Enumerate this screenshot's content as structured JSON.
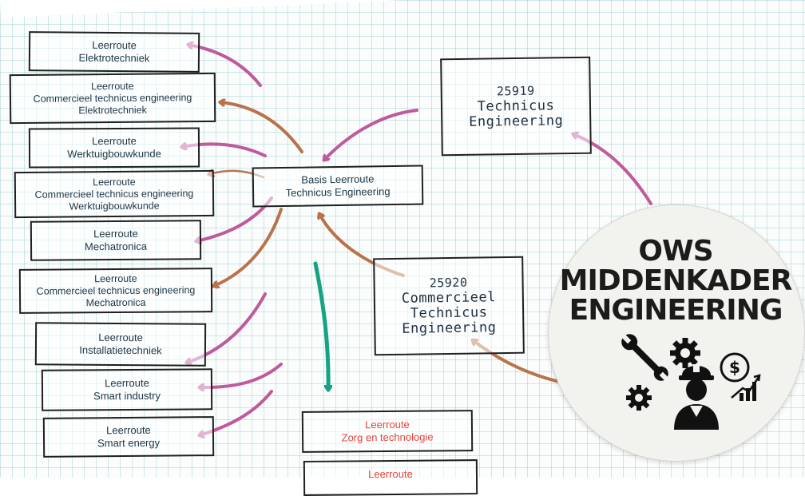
{
  "left_boxes": [
    {
      "line1": "Leerroute",
      "line2": "Elektrotechniek",
      "line3": ""
    },
    {
      "line1": "Leerroute",
      "line2": "Commercieel technicus engineering",
      "line3": "Elektrotechniek"
    },
    {
      "line1": "Leerroute",
      "line2": "Werktuigbouwkunde",
      "line3": ""
    },
    {
      "line1": "Leerroute",
      "line2": "Commercieel technicus engineering",
      "line3": "Werktuigbouwkunde"
    },
    {
      "line1": "Leerroute",
      "line2": "Mechatronica",
      "line3": ""
    },
    {
      "line1": "Leerroute",
      "line2": "Commercieel technicus engineering",
      "line3": "Mechatronica"
    },
    {
      "line1": "Leerroute",
      "line2": "Installatietechniek",
      "line3": ""
    },
    {
      "line1": "Leerroute",
      "line2": "Smart industry",
      "line3": ""
    },
    {
      "line1": "Leerroute",
      "line2": "Smart energy",
      "line3": ""
    }
  ],
  "center_box": {
    "line1": "Basis Leerroute",
    "line2": "Technicus Engineering"
  },
  "zorg_box": {
    "line1": "Leerroute",
    "line2": "Zorg en technologie"
  },
  "partial_box": {
    "line1": "Leerroute"
  },
  "qualification_25919": {
    "code": "25919",
    "line1": "Technicus",
    "line2": "Engineering"
  },
  "qualification_25920": {
    "code": "25920",
    "line1": "Commercieel",
    "line2": "Technicus",
    "line3": "Engineering"
  },
  "ows": {
    "line1": "OWS",
    "line2": "MIDDENKADER",
    "line3": "ENGINEERING"
  },
  "colors": {
    "pink_arrow": "#bf5a9d",
    "brown_arrow": "#b9734a",
    "green_arrow": "#15a383",
    "red_text": "#e0453d",
    "grid": "#a8d6d6"
  },
  "icons": [
    "wrench-icon",
    "gear-icon",
    "engineer-helmet-icon",
    "money-growth-icon"
  ]
}
